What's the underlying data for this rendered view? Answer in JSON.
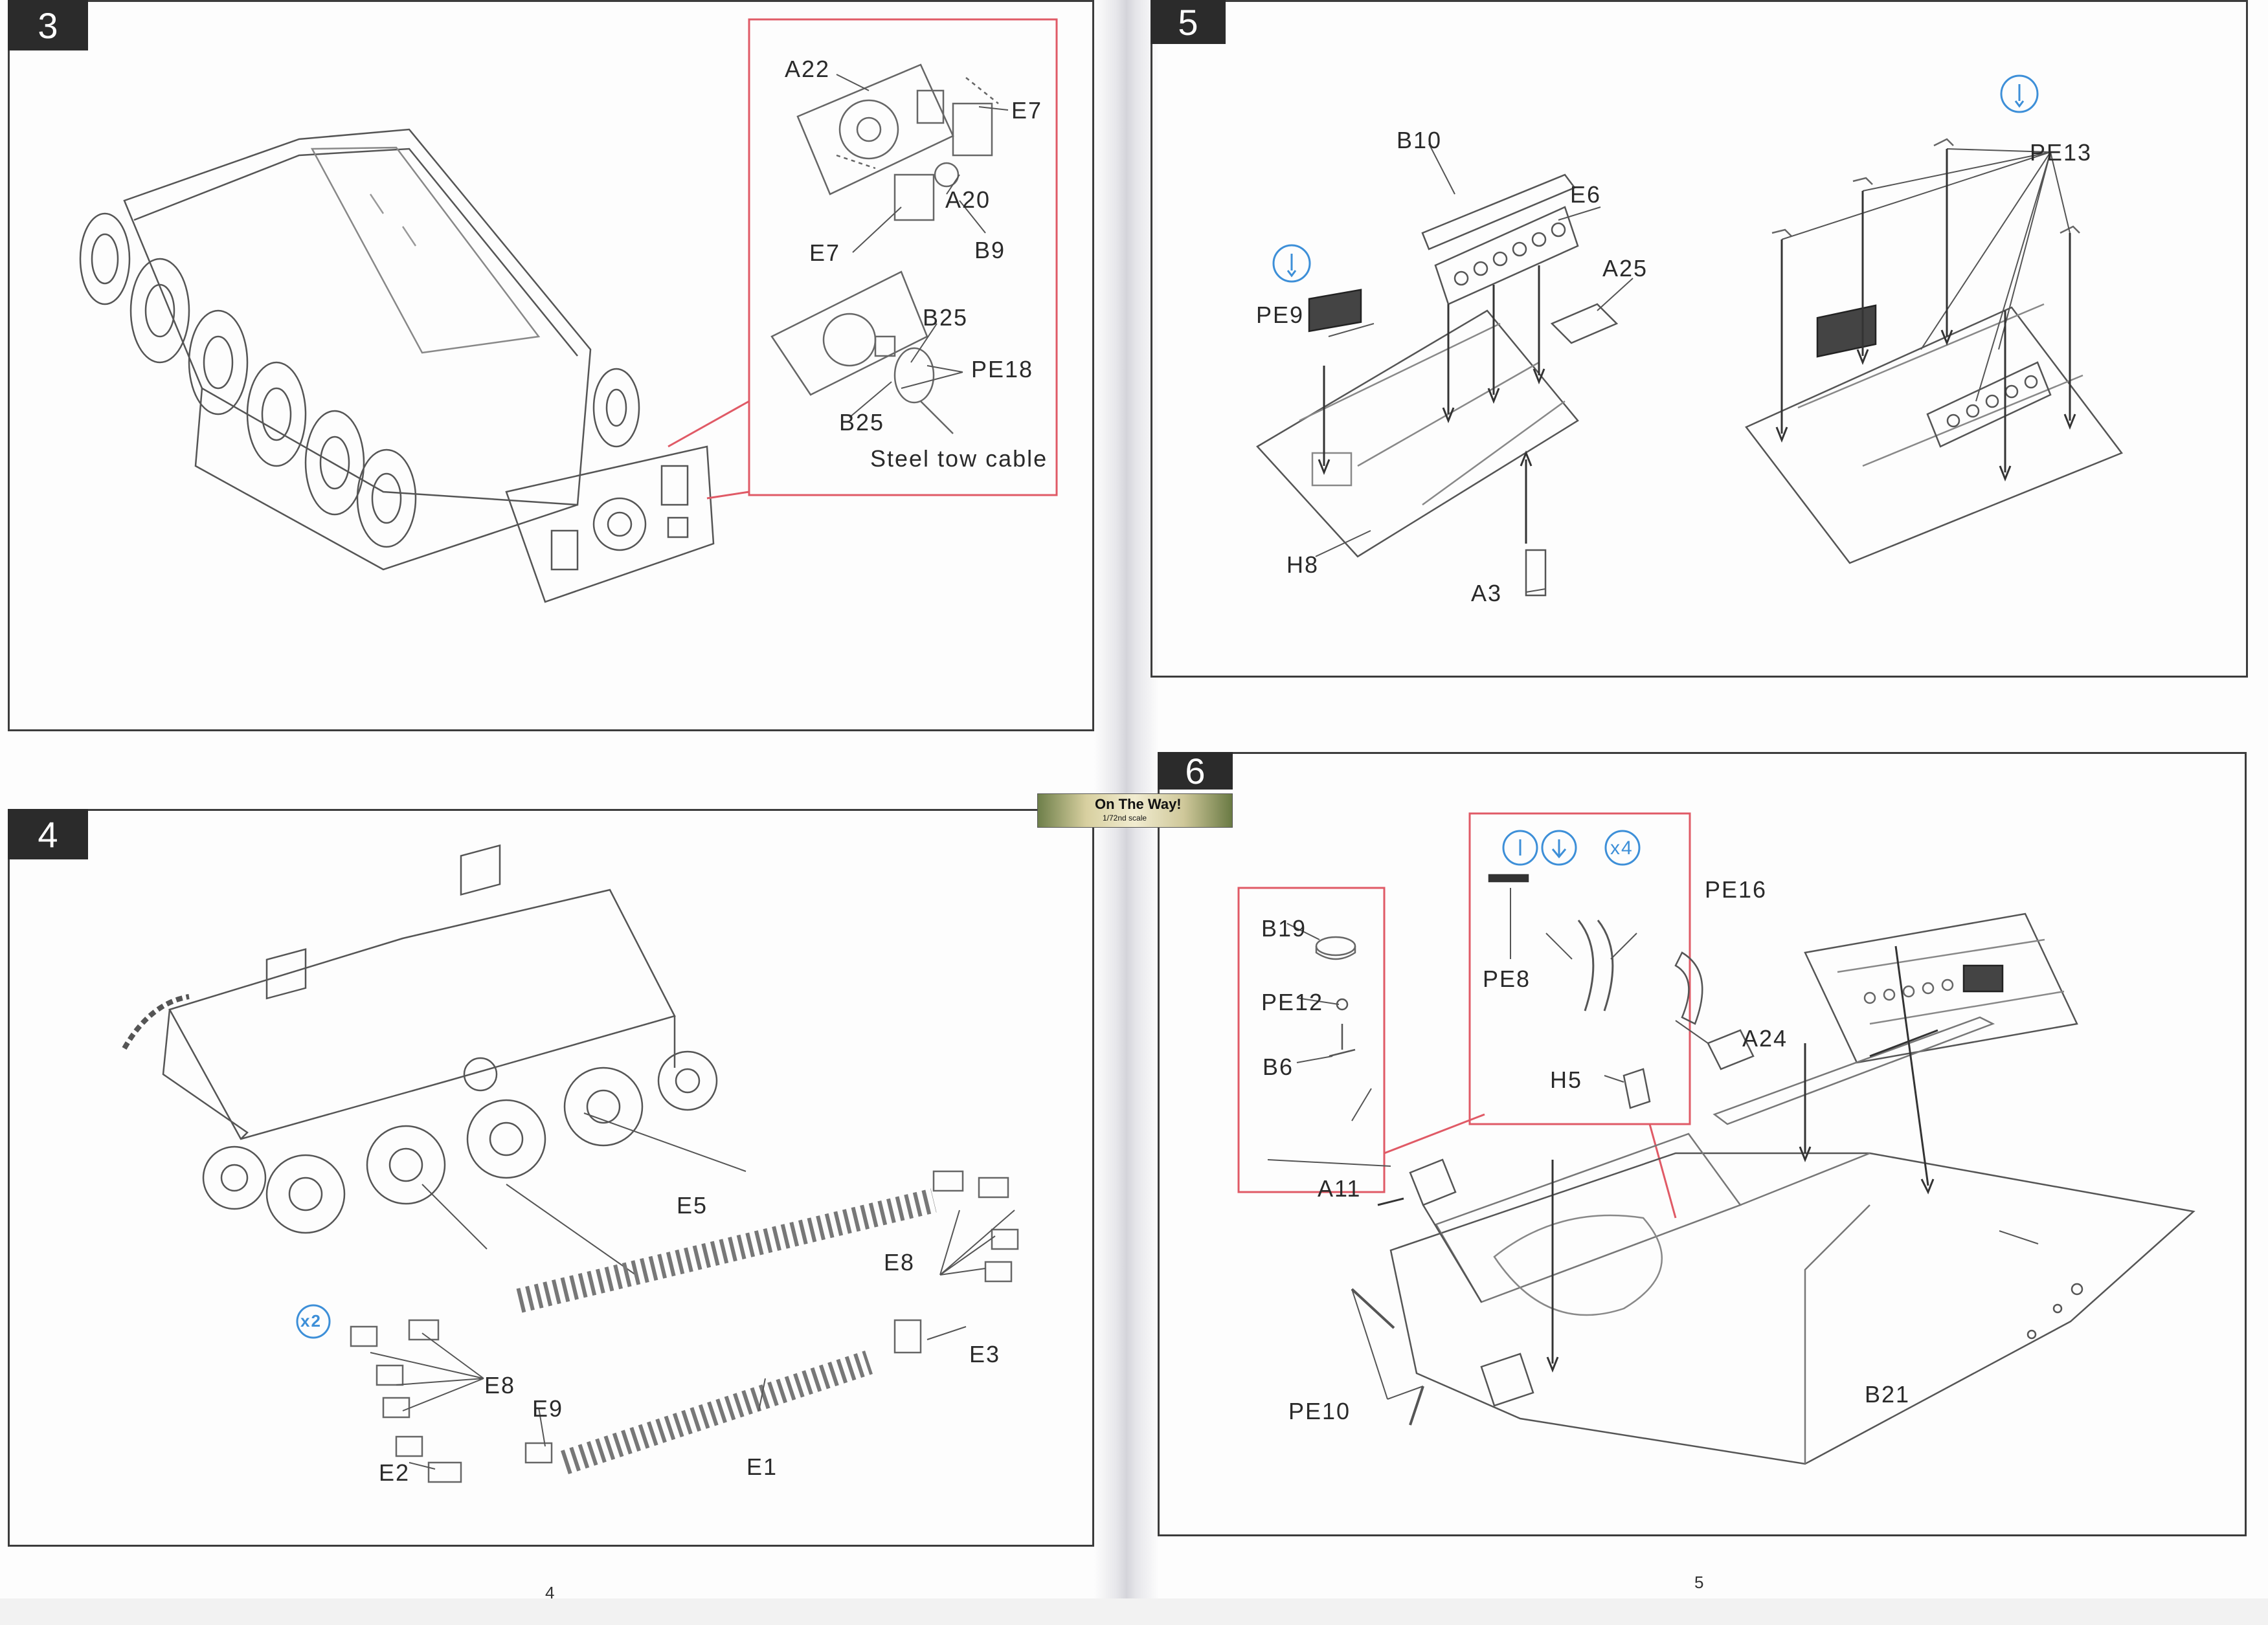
{
  "steps": {
    "s3": {
      "number": "3",
      "labels": {
        "a22": "A22",
        "e7a": "E7",
        "a20": "A20",
        "e7b": "E7",
        "b9": "B9",
        "b25a": "B25",
        "pe18": "PE18",
        "b25b": "B25",
        "cable": "Steel tow cable"
      }
    },
    "s4": {
      "number": "4",
      "labels": {
        "e5": "E5",
        "e8a": "E8",
        "e8b": "E8",
        "x2": "x2",
        "e3": "E3",
        "e9": "E9",
        "e2": "E2",
        "e1": "E1"
      }
    },
    "s5": {
      "number": "5",
      "labels": {
        "b10": "B10",
        "e6": "E6",
        "a25": "A25",
        "pe9": "PE9",
        "h8": "H8",
        "a3": "A3",
        "pe13": "PE13"
      }
    },
    "s6": {
      "number": "6",
      "labels": {
        "b19": "B19",
        "pe12": "PE12",
        "b6": "B6",
        "x4": "x4",
        "pe8": "PE8",
        "pe16": "PE16",
        "a24": "A24",
        "h5": "H5",
        "a11": "A11",
        "pe10": "PE10",
        "b21": "B21"
      }
    }
  },
  "logo": {
    "title": "On The Way!",
    "scale": "1/72nd scale"
  },
  "page_numbers": {
    "left": "4",
    "right": "5"
  },
  "colors": {
    "frame": "#3c3c3c",
    "callout_red": "#e05a66",
    "icon_blue": "#3d8fd8",
    "badge": "#2b2b2b"
  }
}
